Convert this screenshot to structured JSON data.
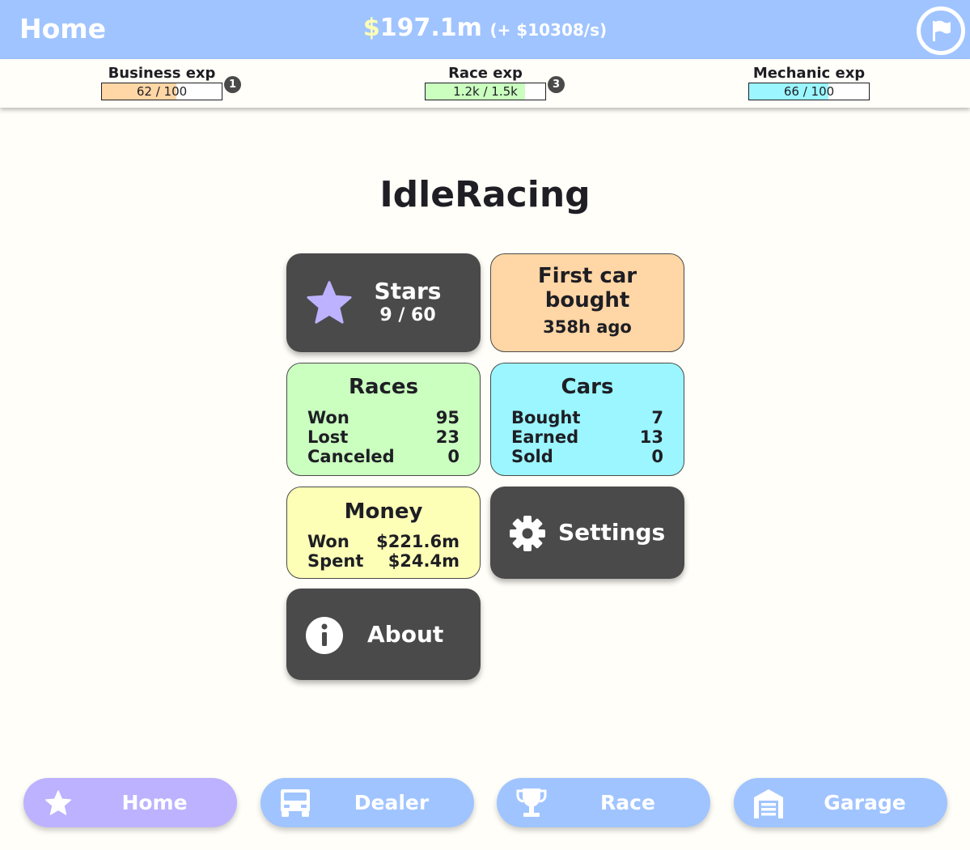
{
  "header": {
    "title": "Home",
    "money_symbol": "$",
    "money_amount": "197.1m",
    "money_rate": "(+ $10308/s)",
    "flag_icon": "flag-icon"
  },
  "exp": [
    {
      "label": "Business exp",
      "value_text": "62 / 100",
      "fill": 0.62,
      "color": "#ffd6a5",
      "level": "1"
    },
    {
      "label": "Race exp",
      "value_text": "1.2k / 1.5k",
      "fill": 0.83,
      "color": "#caffbf",
      "level": "3"
    },
    {
      "label": "Mechanic exp",
      "value_text": "66 / 100",
      "fill": 0.66,
      "color": "#9bf6ff",
      "level": ""
    }
  ],
  "app_title": "IdleRacing",
  "cards": {
    "stars": {
      "title": "Stars",
      "value": "9 / 60",
      "icon": "star-icon"
    },
    "first_car": {
      "title_line1": "First car",
      "title_line2": "bought",
      "value": "358h ago"
    },
    "races": {
      "title": "Races",
      "rows": [
        {
          "label": "Won",
          "value": "95"
        },
        {
          "label": "Lost",
          "value": "23"
        },
        {
          "label": "Canceled",
          "value": "0"
        }
      ]
    },
    "cars": {
      "title": "Cars",
      "rows": [
        {
          "label": "Bought",
          "value": "7"
        },
        {
          "label": "Earned",
          "value": "13"
        },
        {
          "label": "Sold",
          "value": "0"
        }
      ]
    },
    "money": {
      "title": "Money",
      "rows": [
        {
          "label": "Won",
          "value": "$221.6m"
        },
        {
          "label": "Spent",
          "value": "$24.4m"
        }
      ]
    },
    "settings": {
      "label": "Settings",
      "icon": "gear-icon"
    },
    "about": {
      "label": "About",
      "icon": "info-icon"
    }
  },
  "nav": [
    {
      "label": "Home",
      "icon": "star-icon",
      "active": true
    },
    {
      "label": "Dealer",
      "icon": "car-icon",
      "active": false
    },
    {
      "label": "Race",
      "icon": "trophy-icon",
      "active": false
    },
    {
      "label": "Garage",
      "icon": "garage-icon",
      "active": false
    }
  ],
  "colors": {
    "header": "#a0c4ff",
    "dark_card": "#4a4a4a",
    "peach": "#ffd6a5",
    "green": "#caffbf",
    "cyan": "#9bf6ff",
    "yellow": "#fdffb6",
    "lavender": "#bdb2ff"
  }
}
